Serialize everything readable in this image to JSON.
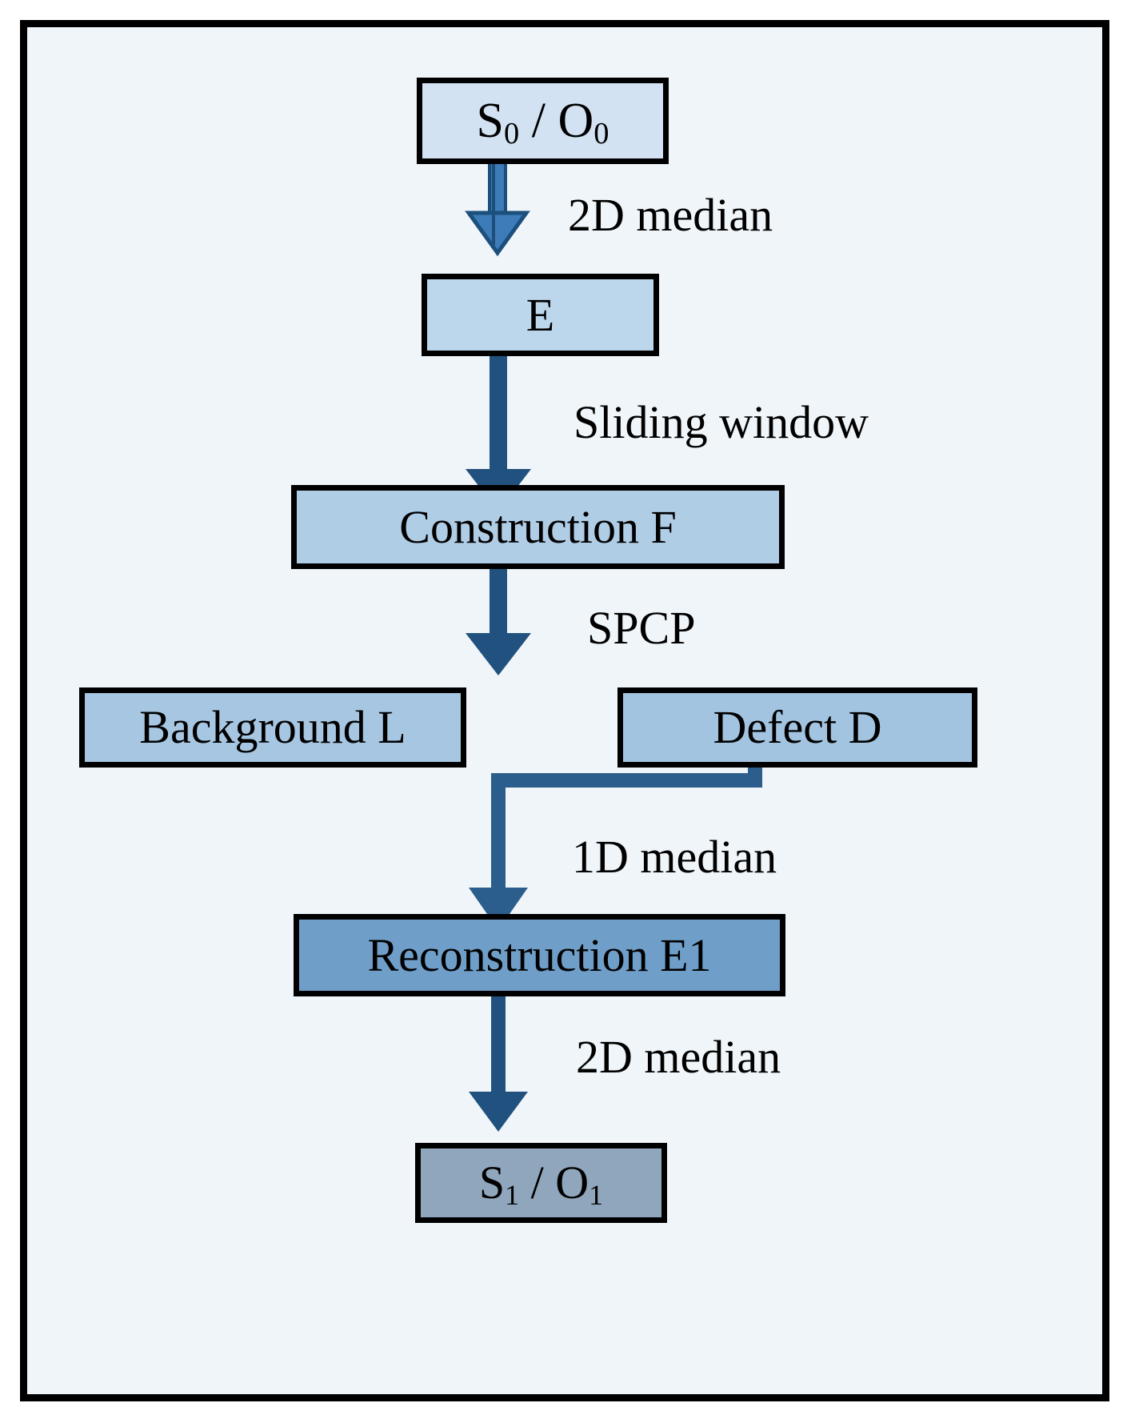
{
  "diagram": {
    "title": "Defect detection and reconstruction pipeline flowchart",
    "background_color": "#f0f5f9",
    "border_color": "#000000",
    "nodes": [
      {
        "id": "s0",
        "label": "S0 / O0",
        "text_main": "S",
        "fill": "#d3e2f2"
      },
      {
        "id": "e",
        "label": "E",
        "fill": "#bcd6ec"
      },
      {
        "id": "f",
        "label": "Construction F",
        "fill": "#b0cde6"
      },
      {
        "id": "bg",
        "label": "Background L",
        "fill": "#a6c6e2"
      },
      {
        "id": "defect",
        "label": "Defect D",
        "fill": "#a3c4e0"
      },
      {
        "id": "recon",
        "label": "Reconstruction E1",
        "fill": "#6f9fc9"
      },
      {
        "id": "s1",
        "label": "S1 / O1",
        "fill": "#8fa6bc"
      }
    ],
    "node_text": {
      "s0_s": "S",
      "s0_sub": "0",
      "s0_sep": " / ",
      "s0_o": "O",
      "s0_osub": "0",
      "e": "E",
      "f": "Construction F",
      "bg": "Background L",
      "defect": "Defect D",
      "recon": "Reconstruction E1",
      "s1_s": "S",
      "s1_sub": "1",
      "s1_sep": " / ",
      "s1_o": "O",
      "s1_osub": "1"
    },
    "edges": [
      {
        "id": "e1",
        "from": "s0",
        "to": "e",
        "label": "2D median",
        "color": "#3d7cb8",
        "style": "outlined-thin"
      },
      {
        "id": "e2",
        "from": "e",
        "to": "f",
        "label": "Sliding window",
        "color": "#21517e",
        "style": "solid-thick"
      },
      {
        "id": "e3",
        "from": "f",
        "to": "split",
        "label": "SPCP",
        "color": "#21517e",
        "style": "solid-thick"
      },
      {
        "id": "e4",
        "from": "defect",
        "to": "recon",
        "label": "1D median",
        "color": "#2b5e8c",
        "style": "elbow"
      },
      {
        "id": "e5",
        "from": "recon",
        "to": "s1",
        "label": "2D median",
        "color": "#21517e",
        "style": "solid-thick"
      }
    ],
    "colors": {
      "arrow_light_blue": "#3d7cb8",
      "arrow_dark_blue": "#21517e",
      "arrow_elbow_blue": "#2b5e8c",
      "canvas_background": "#f0f5f9",
      "frame_border": "#000000",
      "node_border": "#000000",
      "text": "#000000"
    }
  }
}
